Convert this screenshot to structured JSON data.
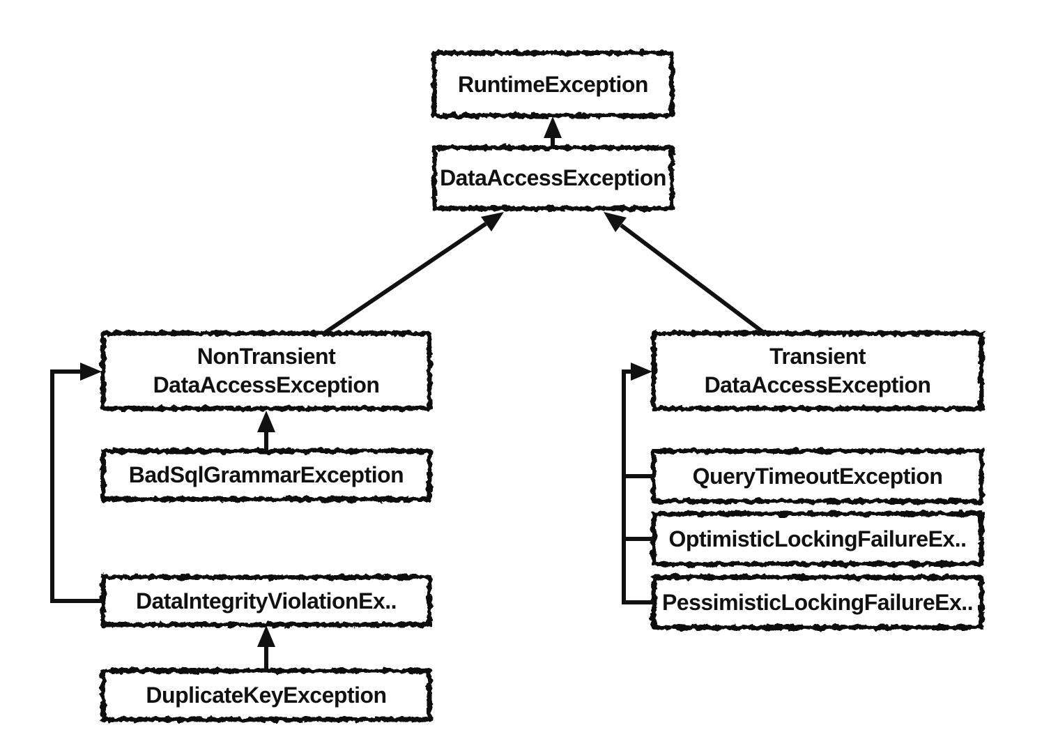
{
  "diagram": {
    "type": "class-hierarchy",
    "colors": {
      "background": "#ffffff",
      "stroke": "#111111",
      "text": "#111111"
    }
  },
  "nodes": {
    "runtime_exception": {
      "label": "RuntimeException"
    },
    "data_access_exception": {
      "label": "DataAccessException"
    },
    "non_transient_data_access_exception": {
      "label": "NonTransient\nDataAccessException"
    },
    "bad_sql_grammar_exception": {
      "label": "BadSqlGrammarException"
    },
    "data_integrity_violation_exception": {
      "label": "DataIntegrityViolationEx.."
    },
    "duplicate_key_exception": {
      "label": "DuplicateKeyException"
    },
    "transient_data_access_exception": {
      "label": "Transient\nDataAccessException"
    },
    "query_timeout_exception": {
      "label": "QueryTimeoutException"
    },
    "optimistic_locking_failure_exception": {
      "label": "OptimisticLockingFailureEx.."
    },
    "pessimistic_locking_failure_exception": {
      "label": "PessimisticLockingFailureEx.."
    }
  },
  "edges": [
    {
      "from": "DataAccessException",
      "to": "RuntimeException"
    },
    {
      "from": "NonTransientDataAccessException",
      "to": "DataAccessException"
    },
    {
      "from": "TransientDataAccessException",
      "to": "DataAccessException"
    },
    {
      "from": "BadSqlGrammarException",
      "to": "NonTransientDataAccessException"
    },
    {
      "from": "DataIntegrityViolationEx..",
      "to": "NonTransientDataAccessException"
    },
    {
      "from": "DuplicateKeyException",
      "to": "DataIntegrityViolationEx.."
    },
    {
      "from": "QueryTimeoutException",
      "to": "TransientDataAccessException"
    },
    {
      "from": "OptimisticLockingFailureEx..",
      "to": "TransientDataAccessException"
    },
    {
      "from": "PessimisticLockingFailureEx..",
      "to": "TransientDataAccessException"
    }
  ]
}
